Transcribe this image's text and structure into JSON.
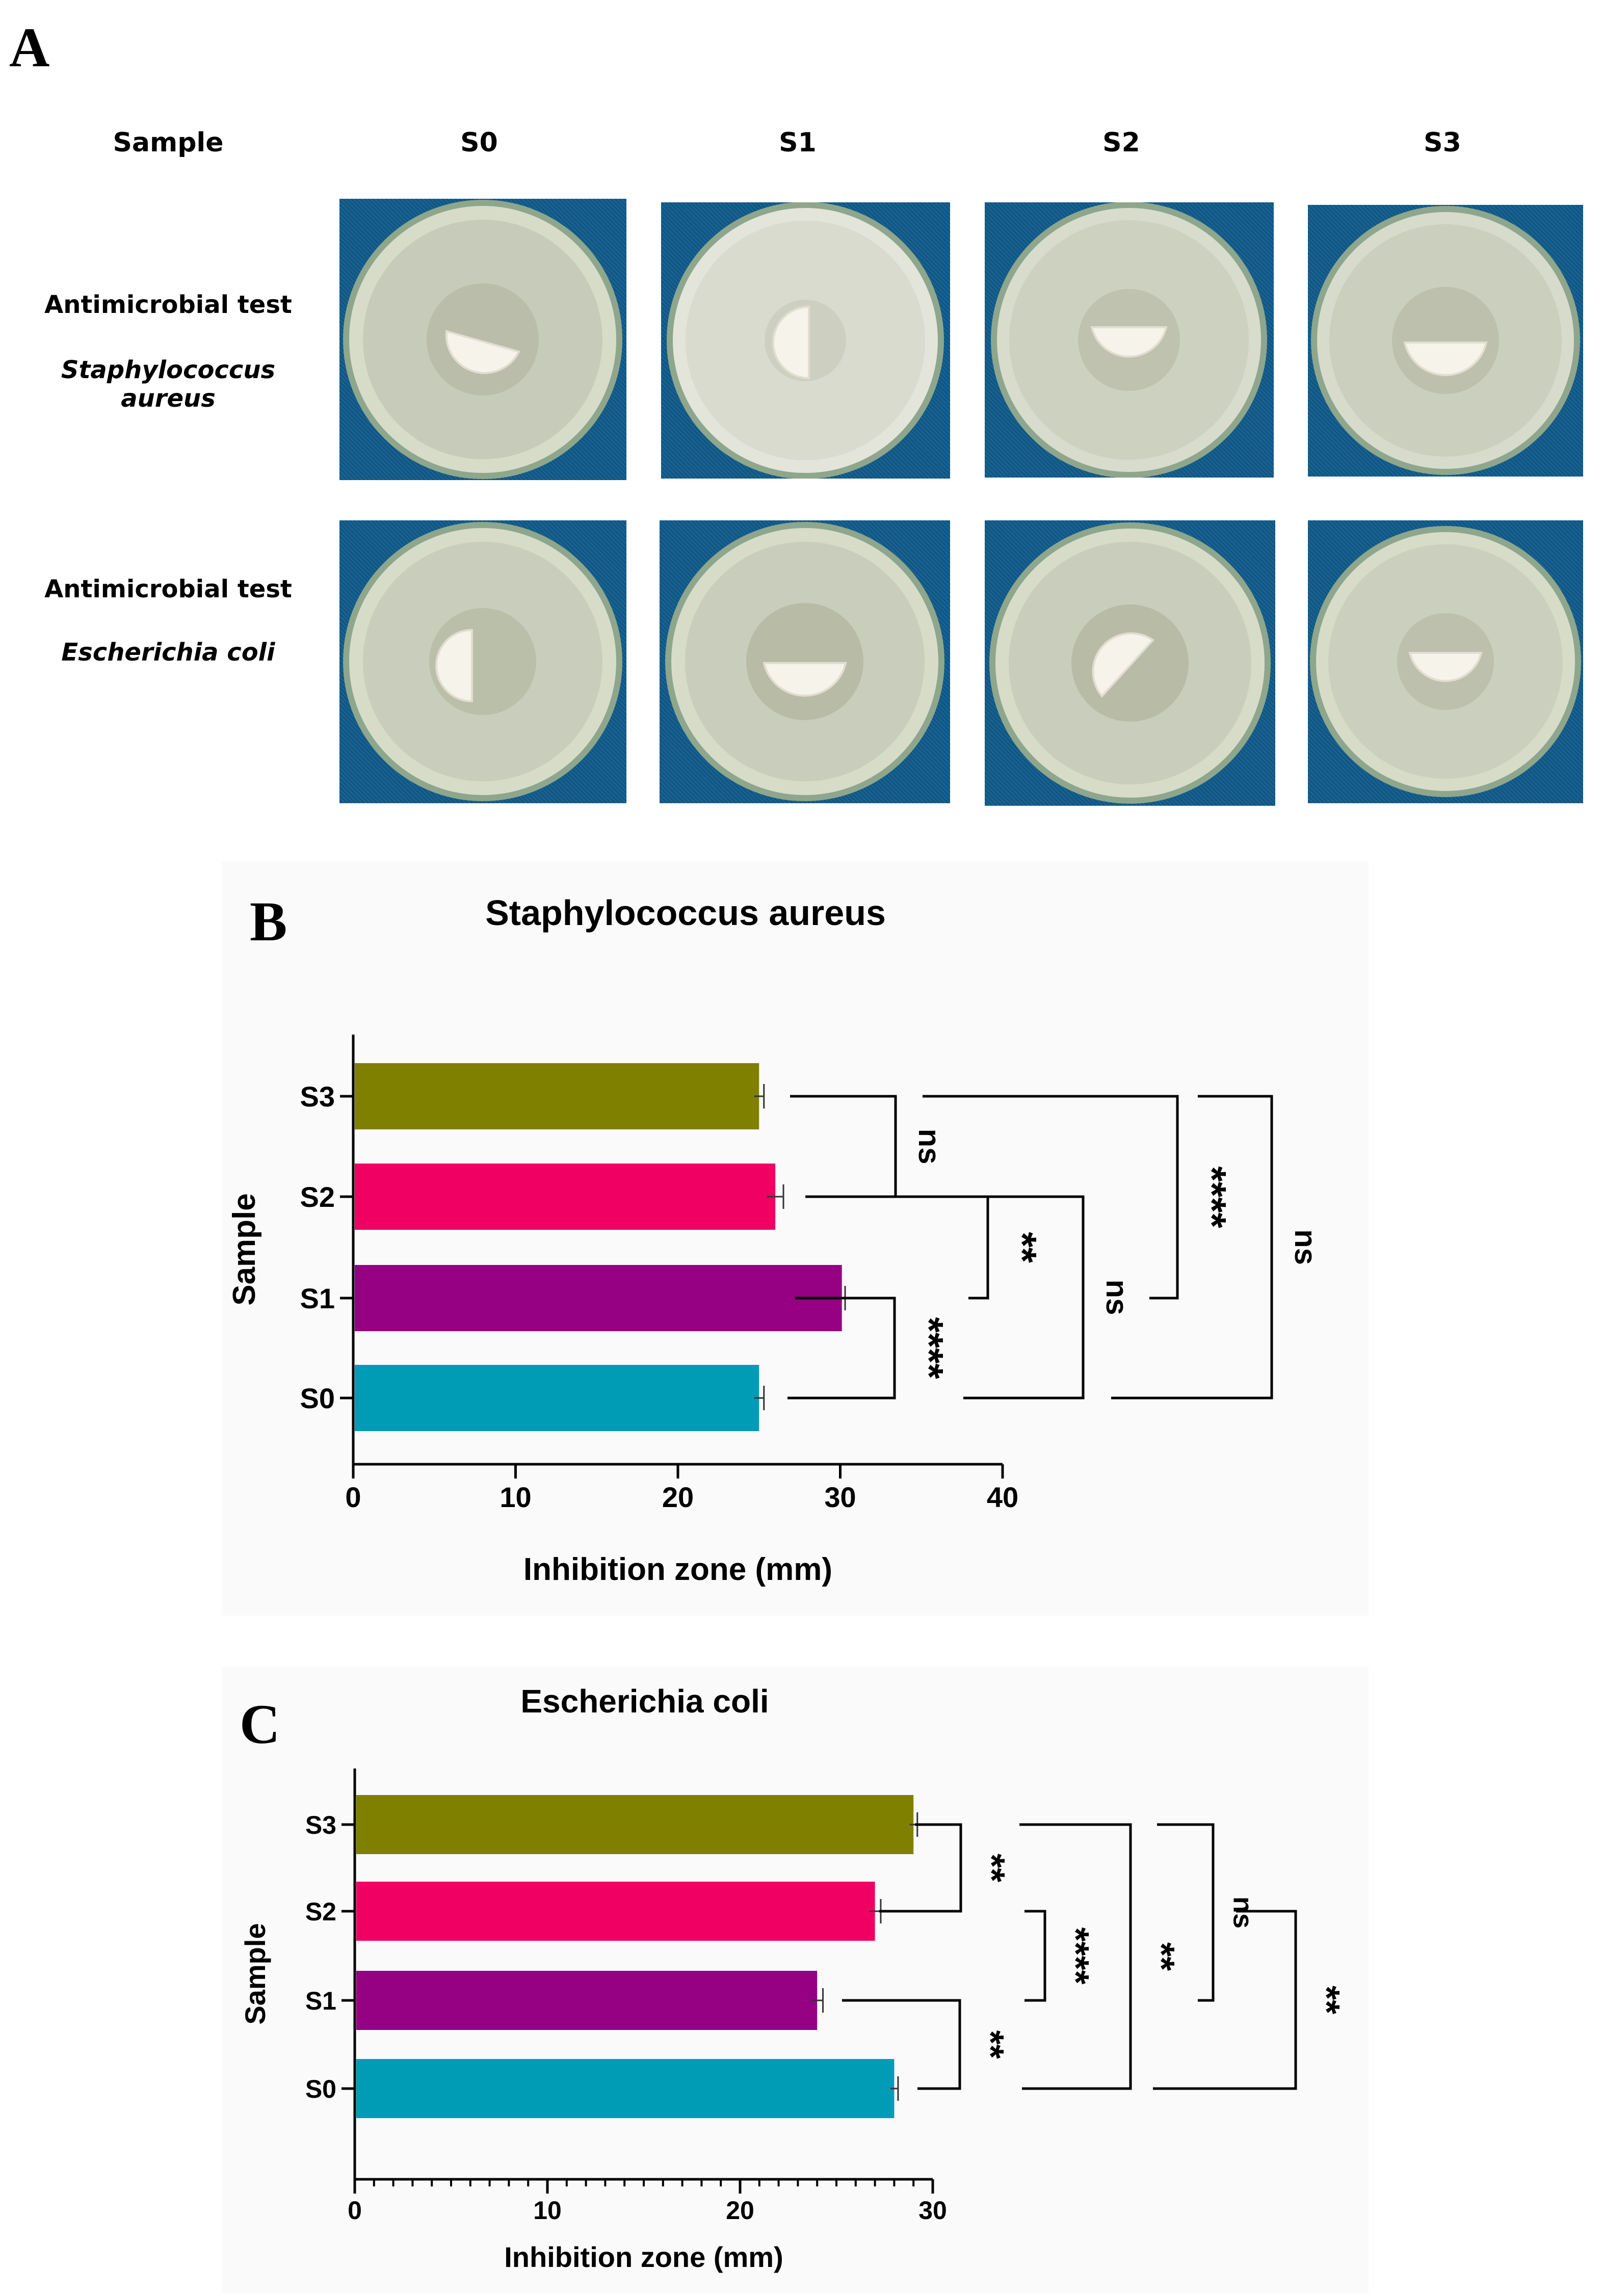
{
  "panels": {
    "a": "A",
    "b": "B",
    "c": "C"
  },
  "photo_grid": {
    "header_sample": "Sample",
    "columns": [
      "S0",
      "S1",
      "S2",
      "S3"
    ],
    "rows": [
      {
        "line1": "Antimicrobial test",
        "line2": "Staphylococcus aureus"
      },
      {
        "line1": "Antimicrobial test",
        "line2": "Escherichia coli"
      }
    ]
  },
  "colors": {
    "S0": "#009cb5",
    "S1": "#960083",
    "S2": "#f00063",
    "S3": "#7f8000"
  },
  "chart_data": [
    {
      "type": "bar",
      "orientation": "horizontal",
      "title": "Staphylococcus aureus",
      "xlabel": "Inhibition zone (mm)",
      "ylabel": "Sample",
      "categories": [
        "S3",
        "S2",
        "S1",
        "S0"
      ],
      "values": [
        25,
        26,
        30.1,
        25
      ],
      "errors": [
        0.3,
        0.5,
        0.2,
        0.3
      ],
      "xlim": [
        0,
        40
      ],
      "xticks": [
        "0",
        "10",
        "20",
        "30",
        "40"
      ],
      "comparisons": [
        {
          "a": "S3",
          "b": "S2",
          "label": "ns"
        },
        {
          "a": "S2",
          "b": "S1",
          "label": "**"
        },
        {
          "a": "S1",
          "b": "S0",
          "label": "****"
        },
        {
          "a": "S2",
          "b": "S0",
          "label": "ns"
        },
        {
          "a": "S3",
          "b": "S1",
          "label": "****"
        },
        {
          "a": "S3",
          "b": "S0",
          "label": "ns"
        }
      ]
    },
    {
      "type": "bar",
      "orientation": "horizontal",
      "title": "Escherichia coli",
      "xlabel": "Inhibition zone (mm)",
      "ylabel": "Sample",
      "categories": [
        "S3",
        "S2",
        "S1",
        "S0"
      ],
      "values": [
        29,
        27,
        24,
        28
      ],
      "errors": [
        0.2,
        0.3,
        0.3,
        0.2
      ],
      "xlim": [
        0,
        30
      ],
      "xticks": [
        "0",
        "10",
        "20",
        "30"
      ],
      "comparisons": [
        {
          "a": "S3",
          "b": "S2",
          "label": "**"
        },
        {
          "a": "S2",
          "b": "S1",
          "label": "****"
        },
        {
          "a": "S1",
          "b": "S0",
          "label": "**"
        },
        {
          "a": "S1",
          "b": "S3",
          "label": "ns"
        },
        {
          "a": "S3",
          "b": "S0",
          "label": "**"
        },
        {
          "a": "S2",
          "b": "S0",
          "label": "**"
        }
      ]
    }
  ]
}
